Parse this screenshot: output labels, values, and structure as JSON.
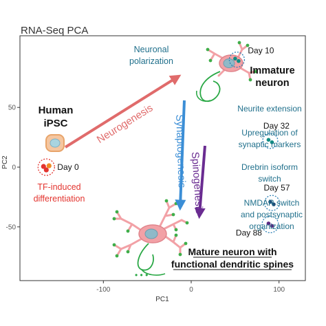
{
  "colors": {
    "panel_border": "#333333",
    "day0_cells": "#e3342f",
    "day0_ring": "#e3342f",
    "blue_text": "#1f6f8b",
    "teal_cells": "#0f8c83",
    "ring_blue": "#2a7fb5",
    "neurogenesis_arrow": "#e06b6b",
    "synaptogenesis_arrow": "#3b8ed6",
    "spinogenesis_arrow": "#6a2c91",
    "neuron_body": "#f2a1a6",
    "neuron_nucleus": "#8fb9c8",
    "axon": "#2aa845",
    "spine": "#3fae49",
    "ipsc_body": "#f5c6a0",
    "ipsc_nucleus": "#a9d4e0",
    "red_text": "#e3342f"
  },
  "chart_data": {
    "type": "scatter",
    "title": "RNA-Seq PCA",
    "xlabel": "PC1",
    "ylabel": "PC2",
    "xlim": [
      -195,
      130
    ],
    "ylim": [
      -95,
      110
    ],
    "xticks": [
      -100,
      0,
      100
    ],
    "yticks": [
      50,
      0,
      -50
    ],
    "grid": false,
    "points": [
      {
        "label": "Day 0",
        "x": -165,
        "y": 0
      },
      {
        "label": "Day 10",
        "x": 52,
        "y": 90
      },
      {
        "label": "Day 32",
        "x": 90,
        "y": 22
      },
      {
        "label": "Day 57",
        "x": 92,
        "y": -30
      },
      {
        "label": "Day 88",
        "x": 90,
        "y": -48
      }
    ],
    "arrows": [
      {
        "label": "Neurogenesis"
      },
      {
        "label": "Synaptogenesis"
      },
      {
        "label": "Spinogenesis"
      }
    ],
    "annotations": {
      "ipsc_title": [
        "Human",
        "iPSC"
      ],
      "tf_text": [
        "TF-induced",
        "differentiation"
      ],
      "polarization": [
        "Neuronal",
        "polarization"
      ],
      "immature": [
        "Immature",
        "neuron"
      ],
      "stages": [
        [
          "Neurite extension"
        ],
        [
          "Upregulation of",
          "synaptic markers"
        ],
        [
          "Drebrin isoform",
          "switch"
        ],
        [
          "NMDAR switch",
          "and postsynaptic",
          "organization"
        ]
      ],
      "mature": [
        "Mature neuron with",
        "functional dendritic spines"
      ]
    }
  }
}
